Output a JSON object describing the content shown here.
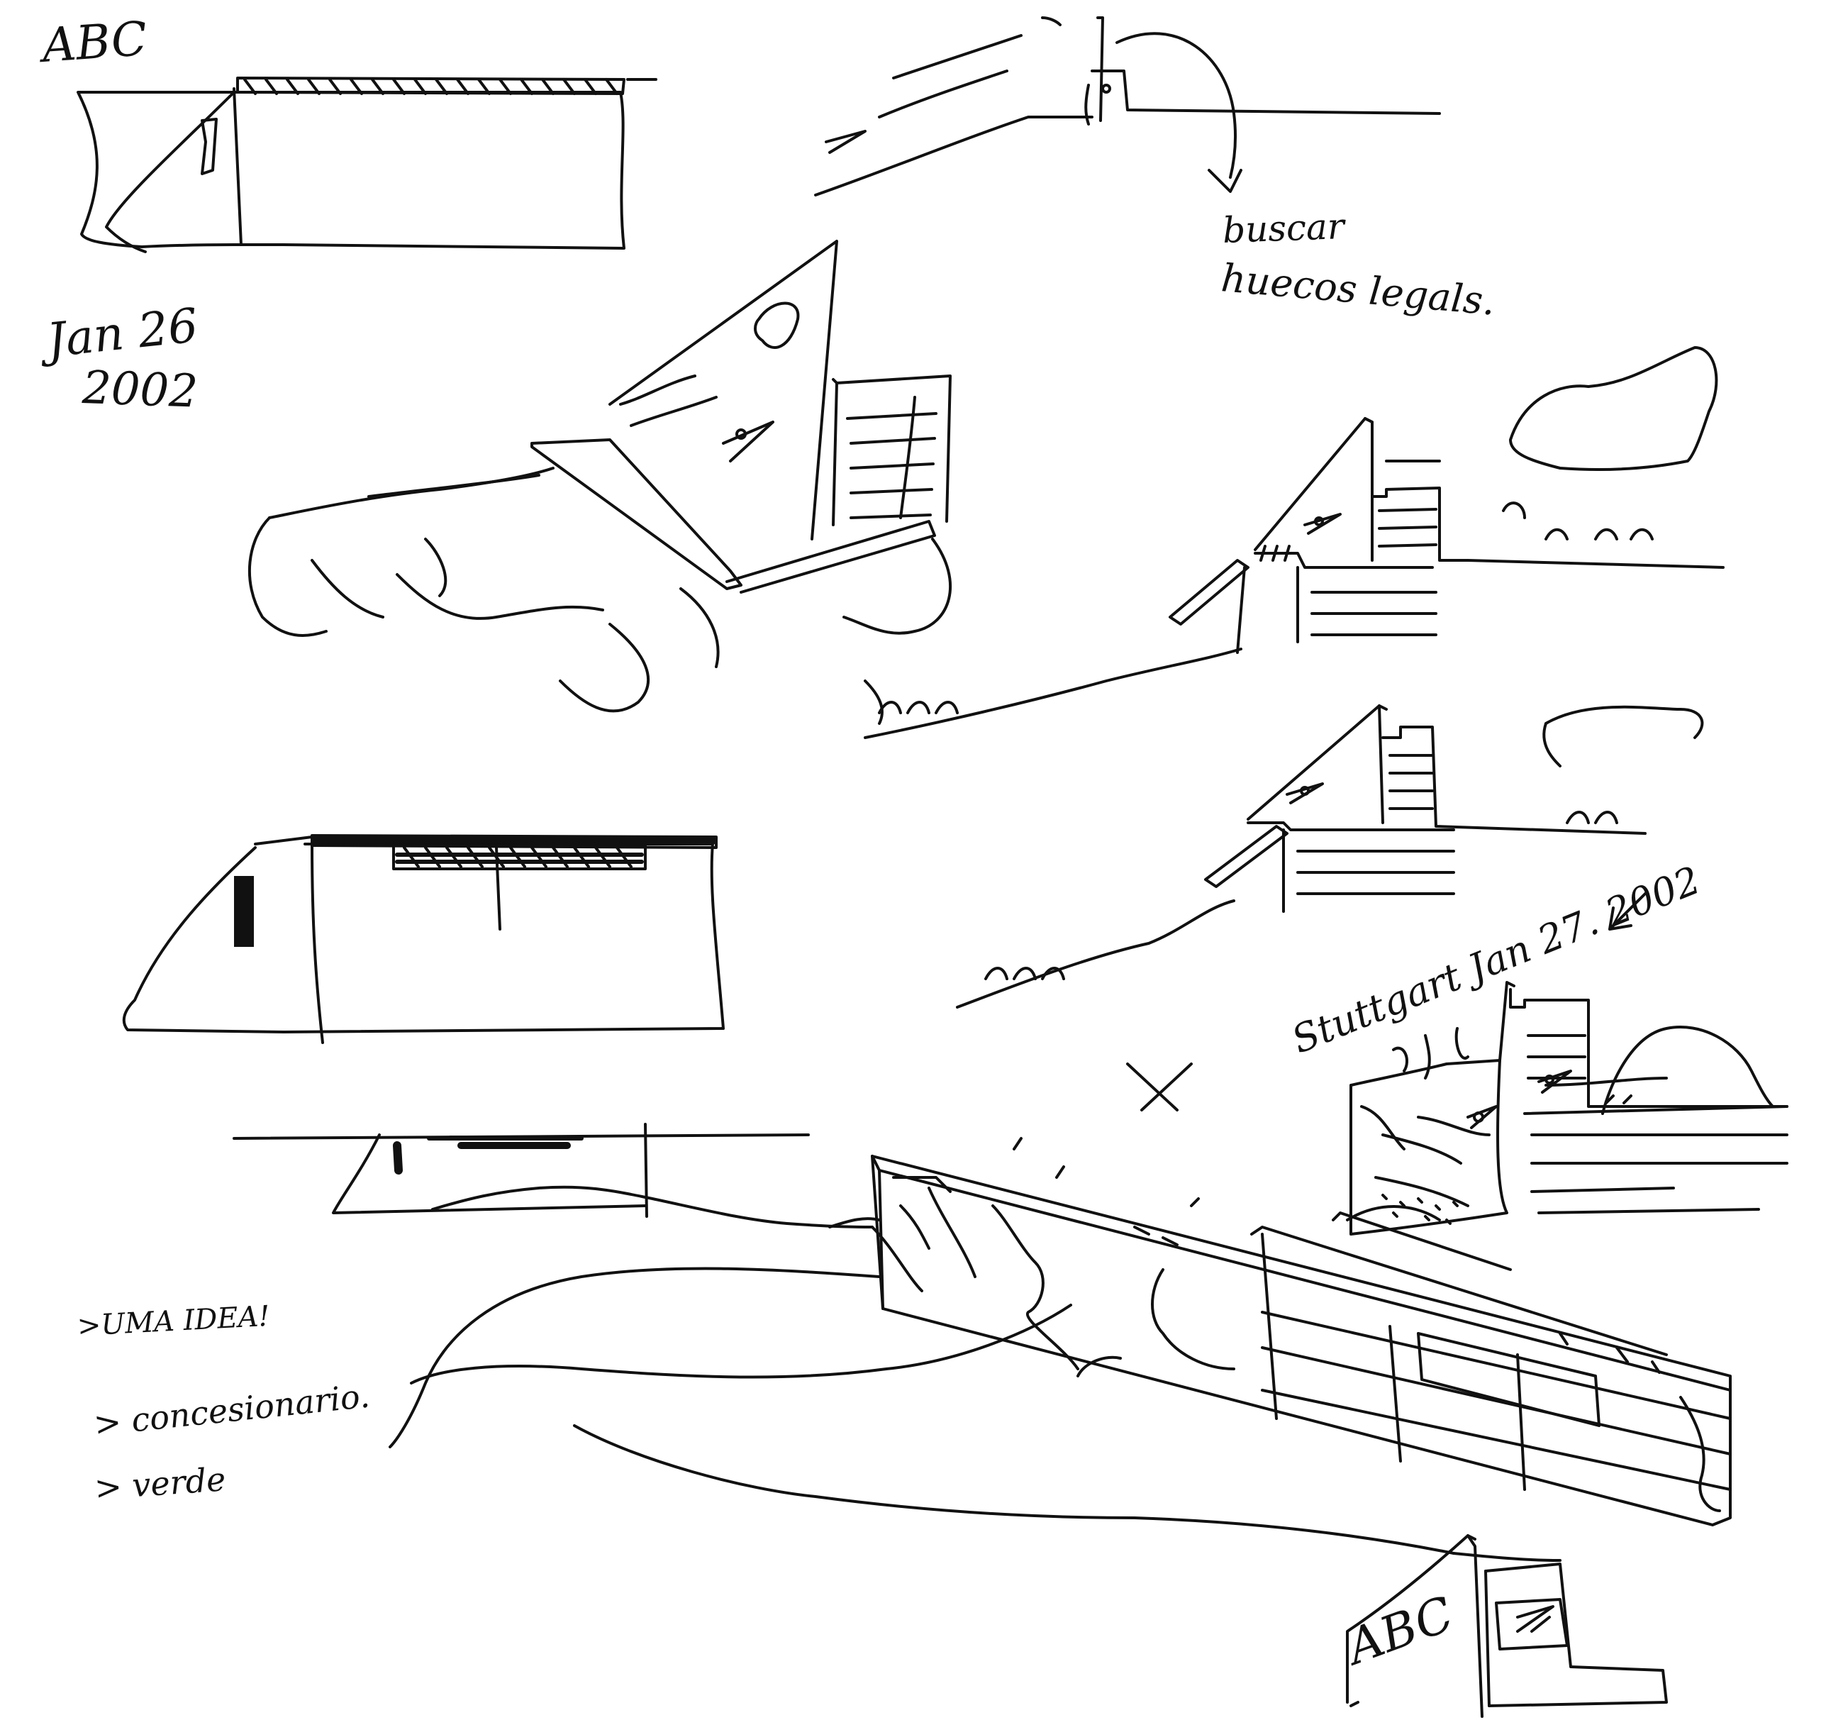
{
  "sheet": {
    "ink_color": "#111111",
    "paper_color": "#ffffff"
  },
  "annotations": {
    "abc_top": "ABC",
    "date_1": "Jan 26",
    "year_1": "2002",
    "buscar_1": "buscar",
    "buscar_2": "huecos legals.",
    "stuttgart_date": "Stuttgart Jan 27. 2002",
    "uma_idea": ">UMA IDEA!",
    "bullet_1": "> concesionario.",
    "bullet_2": "> verde",
    "abc_bottom": "ABC"
  }
}
